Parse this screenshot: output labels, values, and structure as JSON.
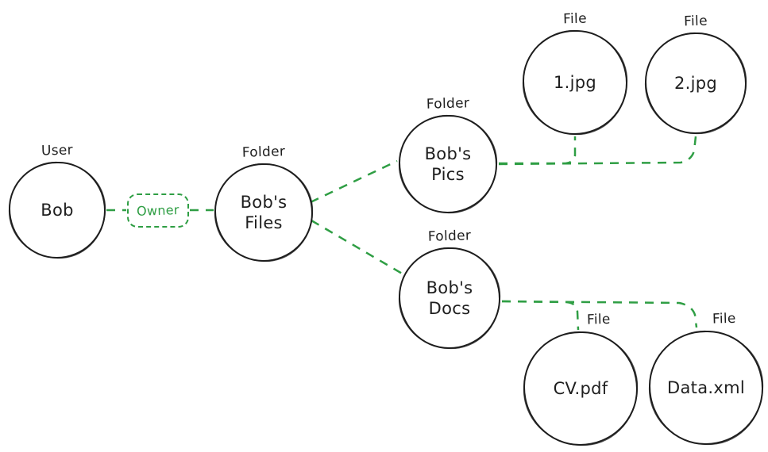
{
  "diagram": {
    "background_color": "#ffffff",
    "node_stroke_color": "#1e1e1e",
    "text_color": "#1e1e1e",
    "relation_color": "#2f9e44",
    "owner_label": "Owner",
    "nodes": [
      {
        "id": "bob",
        "type": "User",
        "label": "Bob"
      },
      {
        "id": "bobs-files",
        "type": "Folder",
        "label": "Bob's Files"
      },
      {
        "id": "bobs-pics",
        "type": "Folder",
        "label": "Bob's Pics"
      },
      {
        "id": "bobs-docs",
        "type": "Folder",
        "label": "Bob's Docs"
      },
      {
        "id": "file-1-jpg",
        "type": "File",
        "label": "1.jpg"
      },
      {
        "id": "file-2-jpg",
        "type": "File",
        "label": "2.jpg"
      },
      {
        "id": "file-cv-pdf",
        "type": "File",
        "label": "CV.pdf"
      },
      {
        "id": "file-data-xml",
        "type": "File",
        "label": "Data.xml"
      }
    ],
    "edges": [
      {
        "from": "Bob",
        "to": "Bob's Files",
        "label": "Owner"
      },
      {
        "from": "Bob's Files",
        "to": "Bob's Pics"
      },
      {
        "from": "Bob's Files",
        "to": "Bob's Docs"
      },
      {
        "from": "Bob's Pics",
        "to": "1.jpg"
      },
      {
        "from": "Bob's Pics",
        "to": "2.jpg"
      },
      {
        "from": "Bob's Docs",
        "to": "CV.pdf"
      },
      {
        "from": "Bob's Docs",
        "to": "Data.xml"
      }
    ]
  }
}
